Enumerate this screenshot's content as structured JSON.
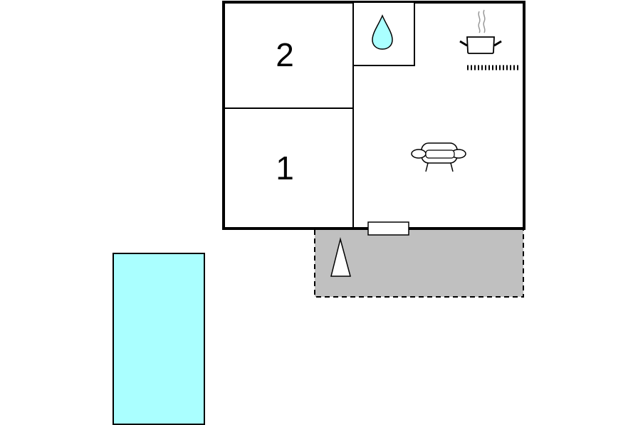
{
  "rooms": [
    {
      "id": "bedroom-2",
      "label": "2"
    },
    {
      "id": "bedroom-1",
      "label": "1"
    }
  ],
  "icons": {
    "bathroom": "water-drop-icon",
    "kitchen": "cooking-pot-icon",
    "living_room": "sofa-icon",
    "terrace": "parasol-icon"
  },
  "colors": {
    "walls": "#000000",
    "pool": "#aaffff",
    "terrace": "#c0c0c0",
    "water_drop": "#aaffff",
    "steam": "#999999"
  }
}
